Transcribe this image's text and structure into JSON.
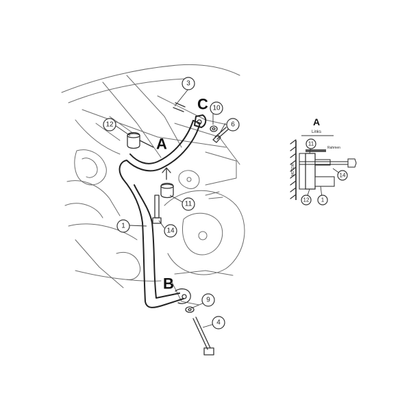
{
  "callouts": {
    "c1": "1",
    "c3": "3",
    "c4": "4",
    "c6": "6",
    "c9": "9",
    "c10": "10",
    "c11": "11",
    "c12": "12",
    "c14": "14"
  },
  "letters": {
    "a": "A",
    "b": "B",
    "c": "C"
  },
  "detail": {
    "title": "A",
    "subtitle": "Links",
    "rahmen": "Rahmen",
    "motor": "MOTOR",
    "c11": "11",
    "c14": "14",
    "c12": "12",
    "c1": "1"
  }
}
